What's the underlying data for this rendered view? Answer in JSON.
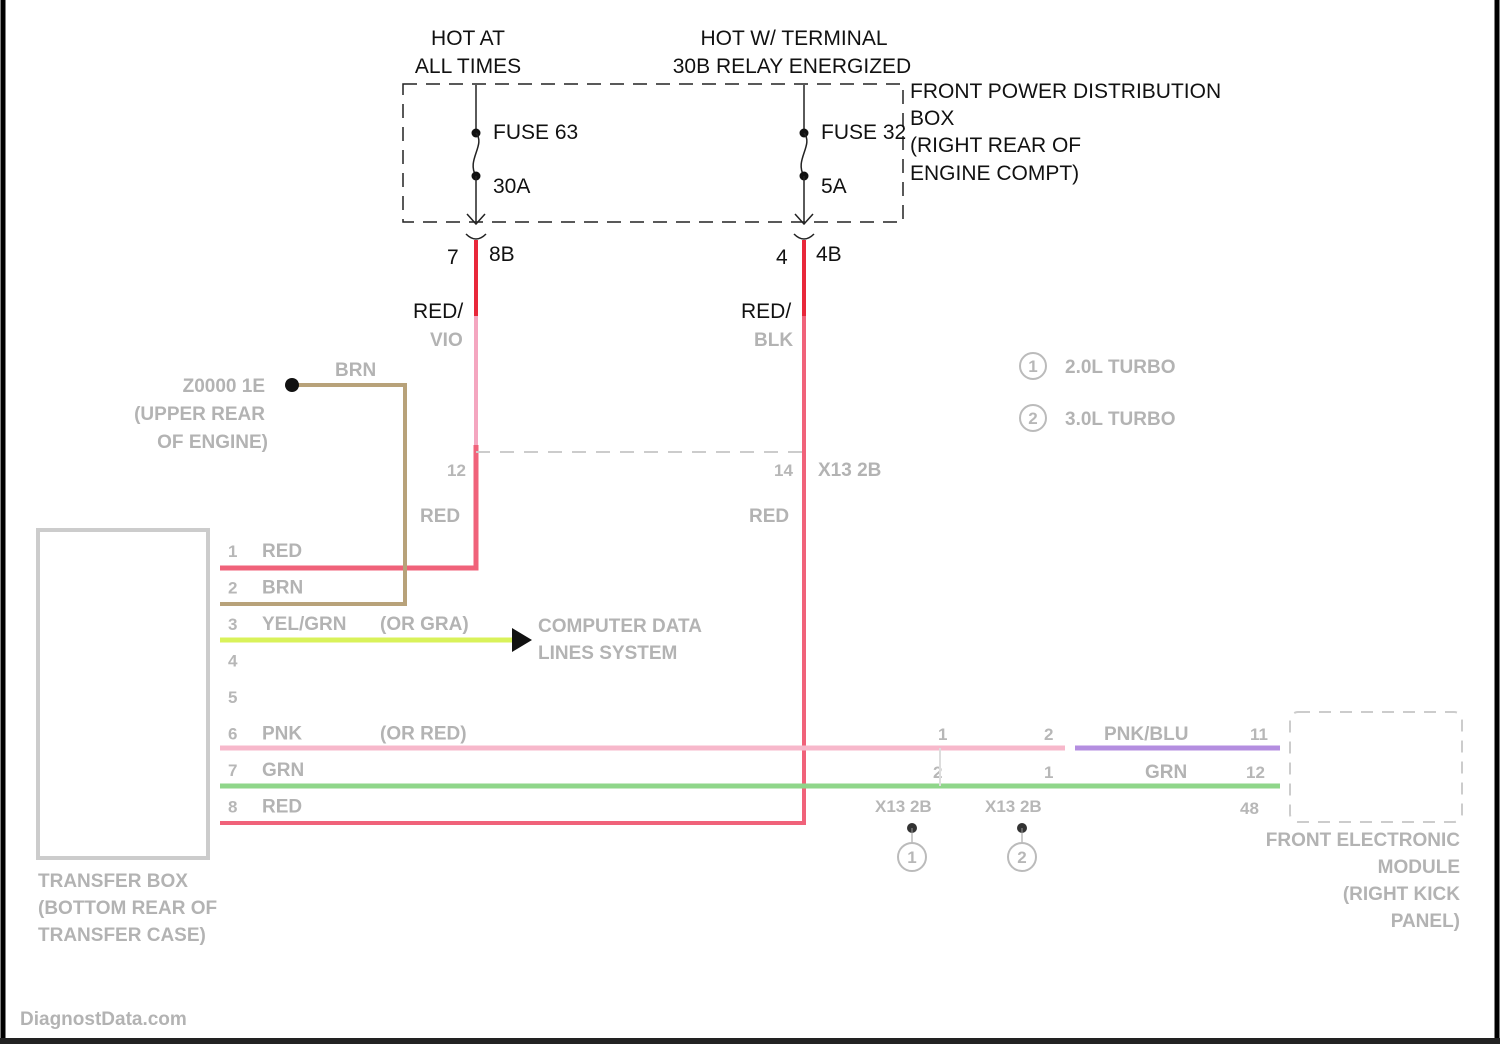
{
  "power": {
    "left_source": [
      "HOT AT",
      "ALL TIMES"
    ],
    "right_source": [
      "HOT W/ TERMINAL",
      "30B RELAY ENERGIZED"
    ],
    "box_label": [
      "FRONT POWER DISTRIBUTION",
      "BOX",
      "(RIGHT REAR OF",
      "ENGINE COMPT)"
    ],
    "fuse_left": {
      "name": "FUSE 63",
      "rating": "30A",
      "pin": "7",
      "connector": "8B",
      "wire": [
        "RED/",
        "VIO"
      ]
    },
    "fuse_right": {
      "name": "FUSE 32",
      "rating": "5A",
      "pin": "4",
      "connector": "4B",
      "wire": [
        "RED/",
        "BLK"
      ]
    }
  },
  "legend": [
    {
      "num": "1",
      "label": "2.0L TURBO"
    },
    {
      "num": "2",
      "label": "3.0L TURBO"
    }
  ],
  "ground": {
    "label": [
      "Z0000 1E",
      "(UPPER REAR",
      "OF ENGINE)"
    ],
    "wire": "BRN"
  },
  "inline_connector": {
    "pin_left": "12",
    "pin_right": "14",
    "name": "X13 2B",
    "wire_left": "RED",
    "wire_right": "RED"
  },
  "transfer_box": {
    "label": [
      "TRANSFER BOX",
      "(BOTTOM REAR OF",
      "TRANSFER CASE)"
    ],
    "pins": [
      {
        "pin": "1",
        "wire": "RED"
      },
      {
        "pin": "2",
        "wire": "BRN"
      },
      {
        "pin": "3",
        "wire": "YEL/GRN",
        "alt": "(OR GRA)"
      },
      {
        "pin": "4",
        "wire": ""
      },
      {
        "pin": "5",
        "wire": ""
      },
      {
        "pin": "6",
        "wire": "PNK",
        "alt": "(OR RED)"
      },
      {
        "pin": "7",
        "wire": "GRN"
      },
      {
        "pin": "8",
        "wire": "RED"
      }
    ]
  },
  "data_lines": [
    "COMPUTER DATA",
    "LINES SYSTEM"
  ],
  "splices": {
    "pin_a": "1",
    "pin_b": "2",
    "conn_a": "X13 2B",
    "conn_b": "X13 2B",
    "note_a": "1",
    "note_b": "2"
  },
  "module": {
    "label": [
      "FRONT ELECTRONIC",
      "MODULE",
      "(RIGHT KICK",
      "PANEL)"
    ],
    "in_pins": [
      "2",
      "1"
    ],
    "wires": [
      "PNK/BLU",
      "GRN"
    ],
    "pins": [
      "11",
      "12",
      "48"
    ]
  },
  "watermark": "DiagnostData.com",
  "colors": {
    "red": "#e8273a",
    "pink": "#f4a6c0",
    "brown": "#b8a27a",
    "yelgrn": "#d9f25a",
    "green": "#8fd68a",
    "purple": "#b48ee0"
  }
}
